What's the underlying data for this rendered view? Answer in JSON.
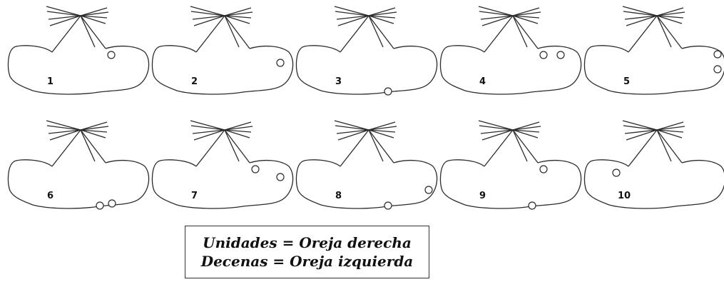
{
  "figures": [
    {
      "number": "1",
      "holes": [
        {
          "ear": "right",
          "spot": "top-mid"
        }
      ]
    },
    {
      "number": "2",
      "holes": [
        {
          "ear": "right",
          "spot": "edge-mid"
        }
      ]
    },
    {
      "number": "3",
      "holes": [
        {
          "ear": "right",
          "spot": "bottom"
        }
      ]
    },
    {
      "number": "4",
      "holes": [
        {
          "ear": "right",
          "spot": "top-mid"
        },
        {
          "ear": "right",
          "spot": "top-outer"
        }
      ]
    },
    {
      "number": "5",
      "holes": [
        {
          "ear": "right",
          "spot": "edge-top"
        },
        {
          "ear": "right",
          "spot": "edge-bottom"
        }
      ]
    },
    {
      "number": "6",
      "holes": [
        {
          "ear": "right",
          "spot": "bottom"
        },
        {
          "ear": "right",
          "spot": "lower-mid"
        }
      ]
    },
    {
      "number": "7",
      "holes": [
        {
          "ear": "right",
          "spot": "top-mid"
        },
        {
          "ear": "right",
          "spot": "edge-mid"
        }
      ]
    },
    {
      "number": "8",
      "holes": [
        {
          "ear": "right",
          "spot": "bottom"
        },
        {
          "ear": "right",
          "spot": "edge-low"
        }
      ]
    },
    {
      "number": "9",
      "holes": [
        {
          "ear": "right",
          "spot": "top-mid"
        },
        {
          "ear": "right",
          "spot": "bottom"
        }
      ]
    },
    {
      "number": "10",
      "holes": [
        {
          "ear": "left",
          "spot": "left-top"
        }
      ]
    }
  ],
  "legend": {
    "line1": "Unidades = Oreja derecha",
    "line2": "Decenas = Oreja izquierda"
  }
}
